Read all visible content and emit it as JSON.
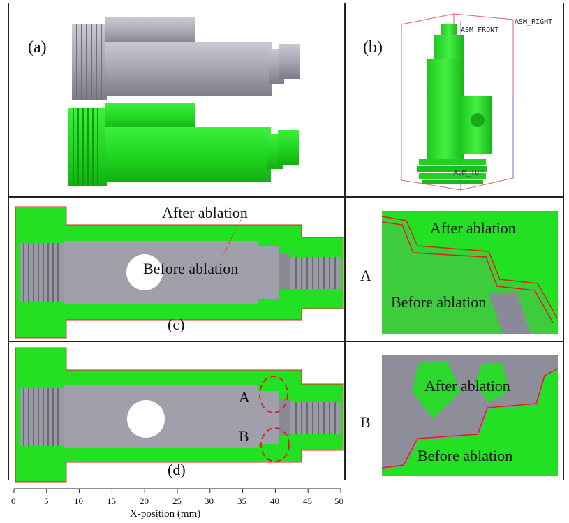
{
  "panels": {
    "a": {
      "label": "(a)"
    },
    "b": {
      "label": "(b)",
      "cad_labels": [
        "ASM_RIGHT",
        "ASM_FRONT",
        "ASM_TOP"
      ]
    },
    "c": {
      "label": "(c)",
      "after": "After ablation",
      "before": "Before ablation"
    },
    "cA": {
      "label": "A",
      "after": "After ablation",
      "before": "Before ablation"
    },
    "d": {
      "label": "(d)",
      "marker_a": "A",
      "marker_b": "B"
    },
    "dB": {
      "label": "B",
      "after": "After ablation",
      "before": "Before ablation"
    }
  },
  "axis": {
    "title": "X-position (mm)",
    "ticks": [
      "0",
      "5",
      "10",
      "15",
      "20",
      "25",
      "30",
      "35",
      "40",
      "45",
      "50"
    ]
  },
  "colors": {
    "scan_green": "#22e022",
    "surface_grey": "#9a9aa6",
    "outline_red": "#e02020"
  }
}
